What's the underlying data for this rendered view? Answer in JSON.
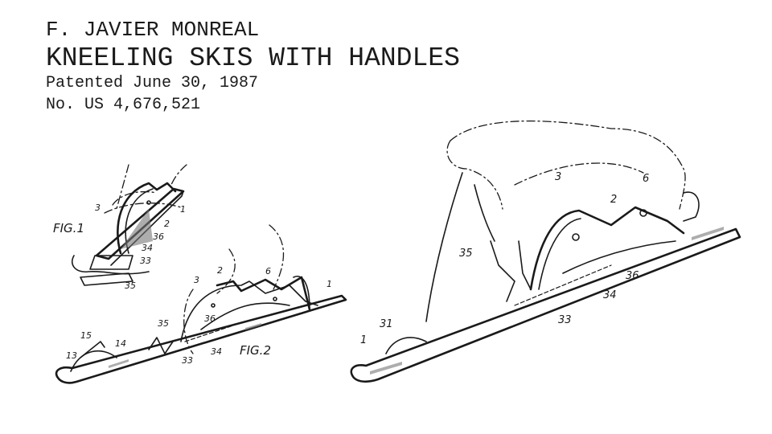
{
  "header": {
    "inventor": "F. JAVIER MONREAL",
    "title": "KNEELING SKIS WITH HANDLES",
    "patented": "Patented June 30, 1987",
    "number": "No. US 4,676,521"
  },
  "fig1": {
    "caption": "FIG.1",
    "labels": [
      "3",
      "1",
      "2",
      "36",
      "34",
      "33",
      "35"
    ]
  },
  "fig2": {
    "caption": "FIG.2",
    "labels": [
      "2",
      "3",
      "6",
      "1",
      "35",
      "36",
      "15",
      "14",
      "13",
      "33",
      "34"
    ]
  },
  "fig3": {
    "labels": [
      "3",
      "6",
      "2",
      "35",
      "36",
      "34",
      "33",
      "31",
      "1"
    ]
  }
}
